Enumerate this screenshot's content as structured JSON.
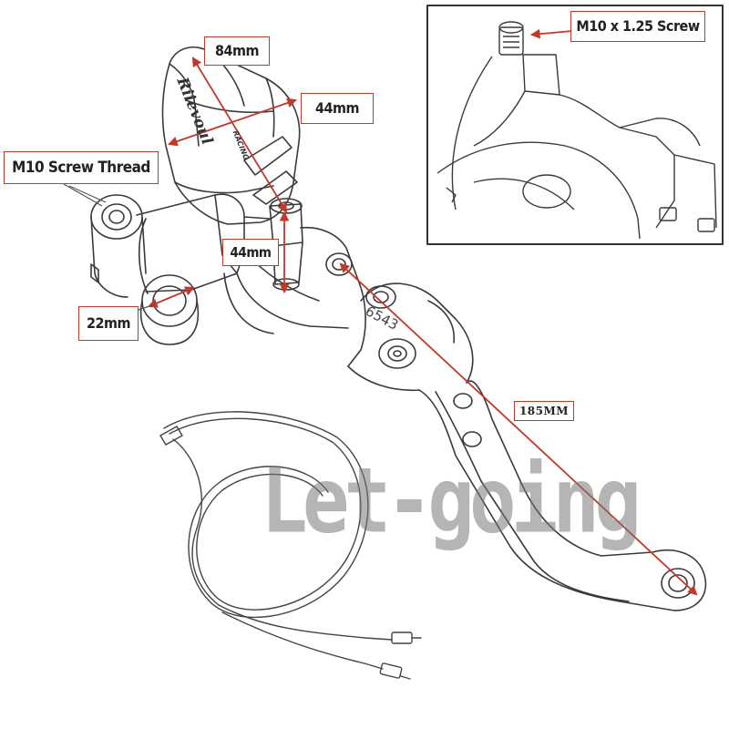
{
  "watermark": "Let-going",
  "labels": {
    "length_top": "84mm",
    "width_side": "44mm",
    "height_center": "44mm",
    "clamp_diameter": "22mm",
    "thread_left": "M10 Screw Thread",
    "thread_inset": "M10 x 1.25 Screw",
    "lever_length": "185MM"
  },
  "brand": {
    "name": "Riievoul",
    "subtitle": "RACING"
  },
  "part_number": "6543",
  "colors": {
    "dimension_line": "#c0392b",
    "label_border": "#c0392b",
    "sketch_line": "#3a3a3a",
    "watermark": "#8a8a8a"
  }
}
